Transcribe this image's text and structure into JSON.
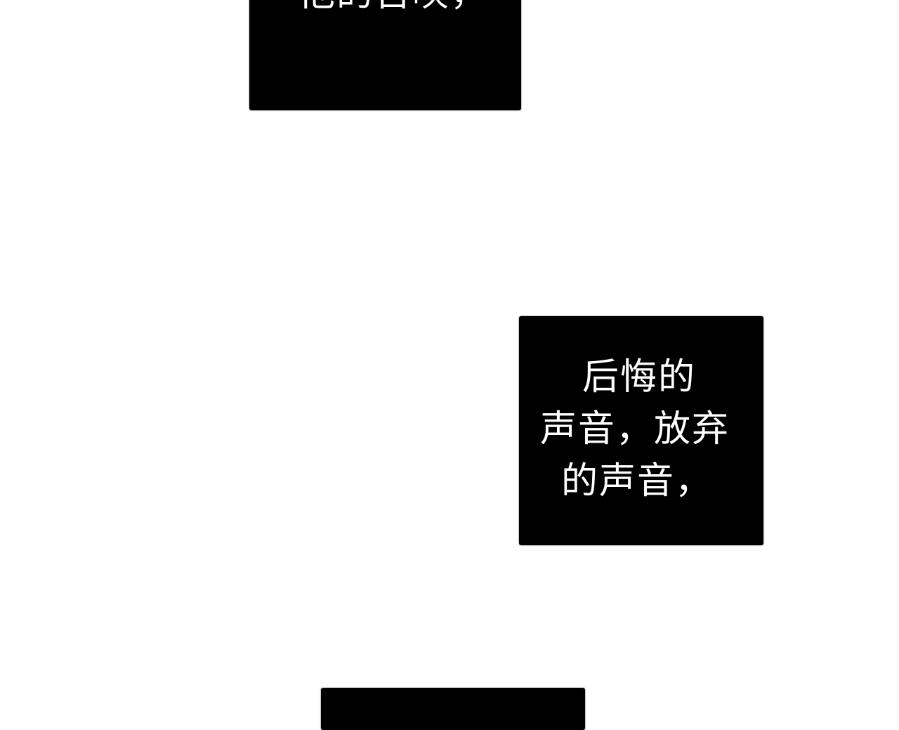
{
  "page": {
    "background": "#ffffff",
    "panel_color": "#000000",
    "text_color": "#ffffff"
  },
  "panels": {
    "top": {
      "caption_clipped": "他的召唤，"
    },
    "middle": {
      "lines": [
        "后悔的",
        "声音，放弃",
        "的声音，"
      ]
    },
    "bottom": {
      "caption": ""
    }
  }
}
